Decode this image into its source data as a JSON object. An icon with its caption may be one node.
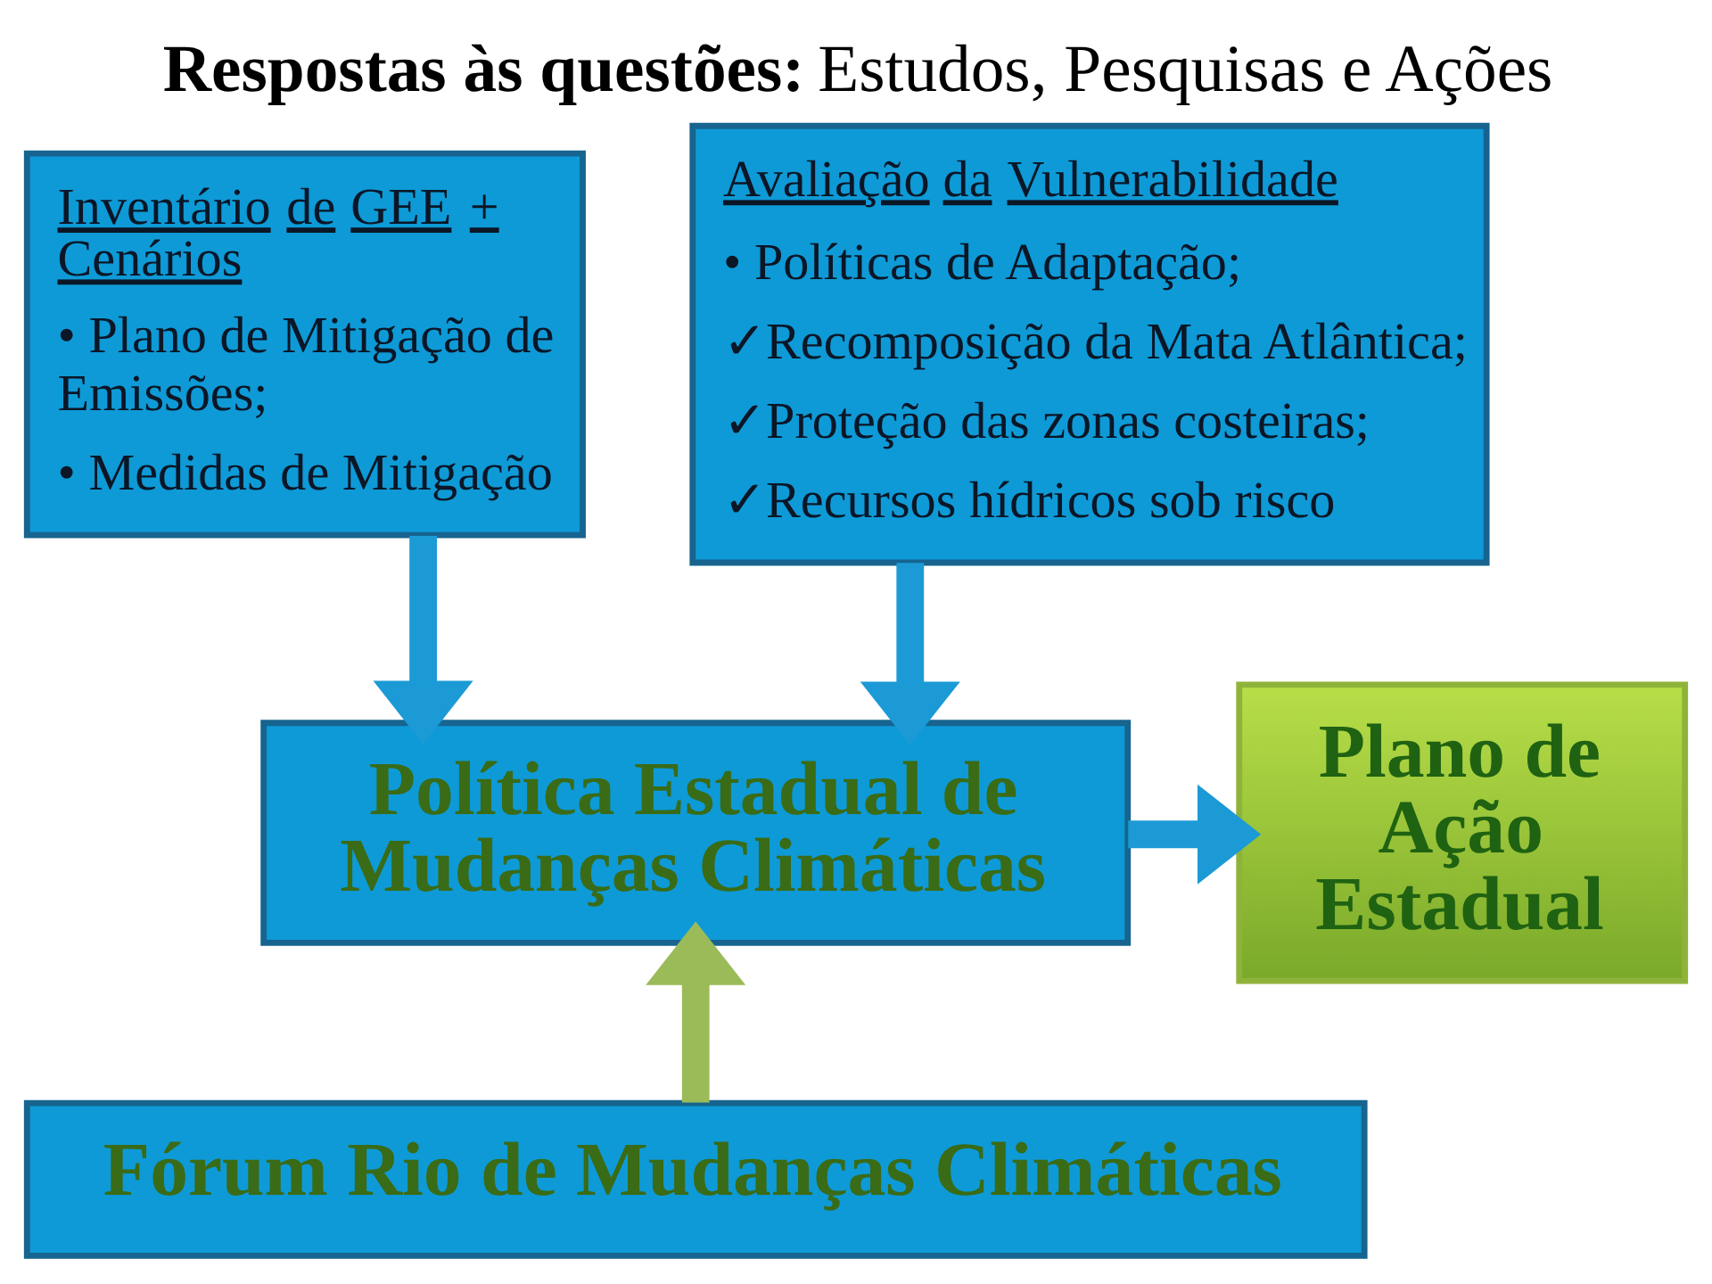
{
  "diagram": {
    "title": "**Respostas às questões:** Estudos, Pesquisas e Ações",
    "nodes": [
      {
        "text": [
          "Inventário de GEE + Cenários",
          "• Plano de Mitigação de Emissões;",
          "• Medidas de Mitigação"
        ]
      },
      {
        "text": [
          "Avaliação da Vulnerabilidade",
          "• Políticas de Adaptação;",
          "✓Recomposição da Mata Atlântica;",
          "✓Proteção das zonas costeiras;",
          "✓Recursos hídricos sob risco"
        ]
      },
      {
        "text": [
          "Política Estadual de Mudanças Climáticas"
        ]
      },
      {
        "text": [
          "Plano de Ação Estadual"
        ]
      },
      {
        "text": [
          "Fórum Rio de Mudanças Climáticas"
        ]
      }
    ],
    "edges": [
      {
        "from": 0,
        "to": 2,
        "arrow": "to"
      },
      {
        "from": 1,
        "to": 2,
        "arrow": "to"
      },
      {
        "from": 2,
        "to": 3,
        "arrow": "to"
      },
      {
        "from": 4,
        "to": 2,
        "arrow": "to",
        "color": "#9bbb59"
      }
    ]
  }
}
